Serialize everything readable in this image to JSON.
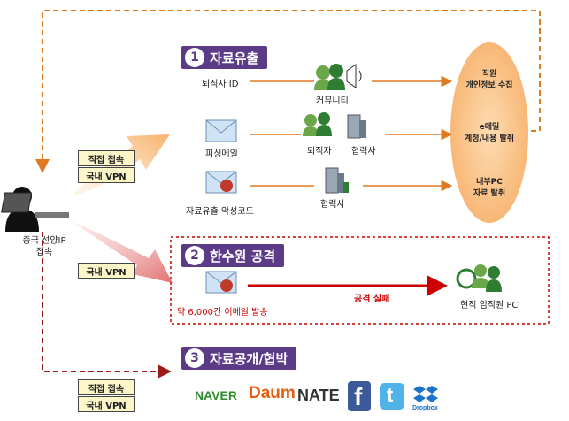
{
  "sections": [
    {
      "num": "1",
      "title": "자료유출"
    },
    {
      "num": "2",
      "title": "한수원 공격"
    },
    {
      "num": "3",
      "title": "자료공개/협박"
    }
  ],
  "attacker": {
    "label_line1": "중국 선양IP",
    "label_line2": "접속"
  },
  "tags": {
    "direct_1": "직접 접속",
    "vpn_1": "국내 VPN",
    "vpn_2": "국내 VPN",
    "direct_3": "직접 접속",
    "vpn_3": "국내 VPN"
  },
  "section1": {
    "retiree_id": "퇴직자 ID",
    "community": "커뮤니티",
    "phishing_mail": "피싱메일",
    "retiree": "퇴직자",
    "partner_1": "협력사",
    "malware": "자료유출 악성코드",
    "partner_2": "협력사",
    "dest_1": {
      "line1": "직원",
      "line2": "개인정보 수집"
    },
    "dest_2": {
      "line1": "e메일",
      "line2": "계정/내용 탈취"
    },
    "dest_3": {
      "line1": "내부PC",
      "line2": "자료 탈취"
    }
  },
  "section2": {
    "emails": "약 6,000건 이메일 발송",
    "attack_fail": "공격 실패",
    "target_pc": "현직 임직원 PC"
  },
  "section3": {
    "logos": [
      "NAVER",
      "Daum",
      "NATE",
      "f",
      "t",
      "Dropbox"
    ]
  },
  "colors": {
    "purple": "#5b3a86",
    "orange_dashed": "#e07a20",
    "red": "#cc0000",
    "dark_red_dashed": "#8b1a1a"
  }
}
